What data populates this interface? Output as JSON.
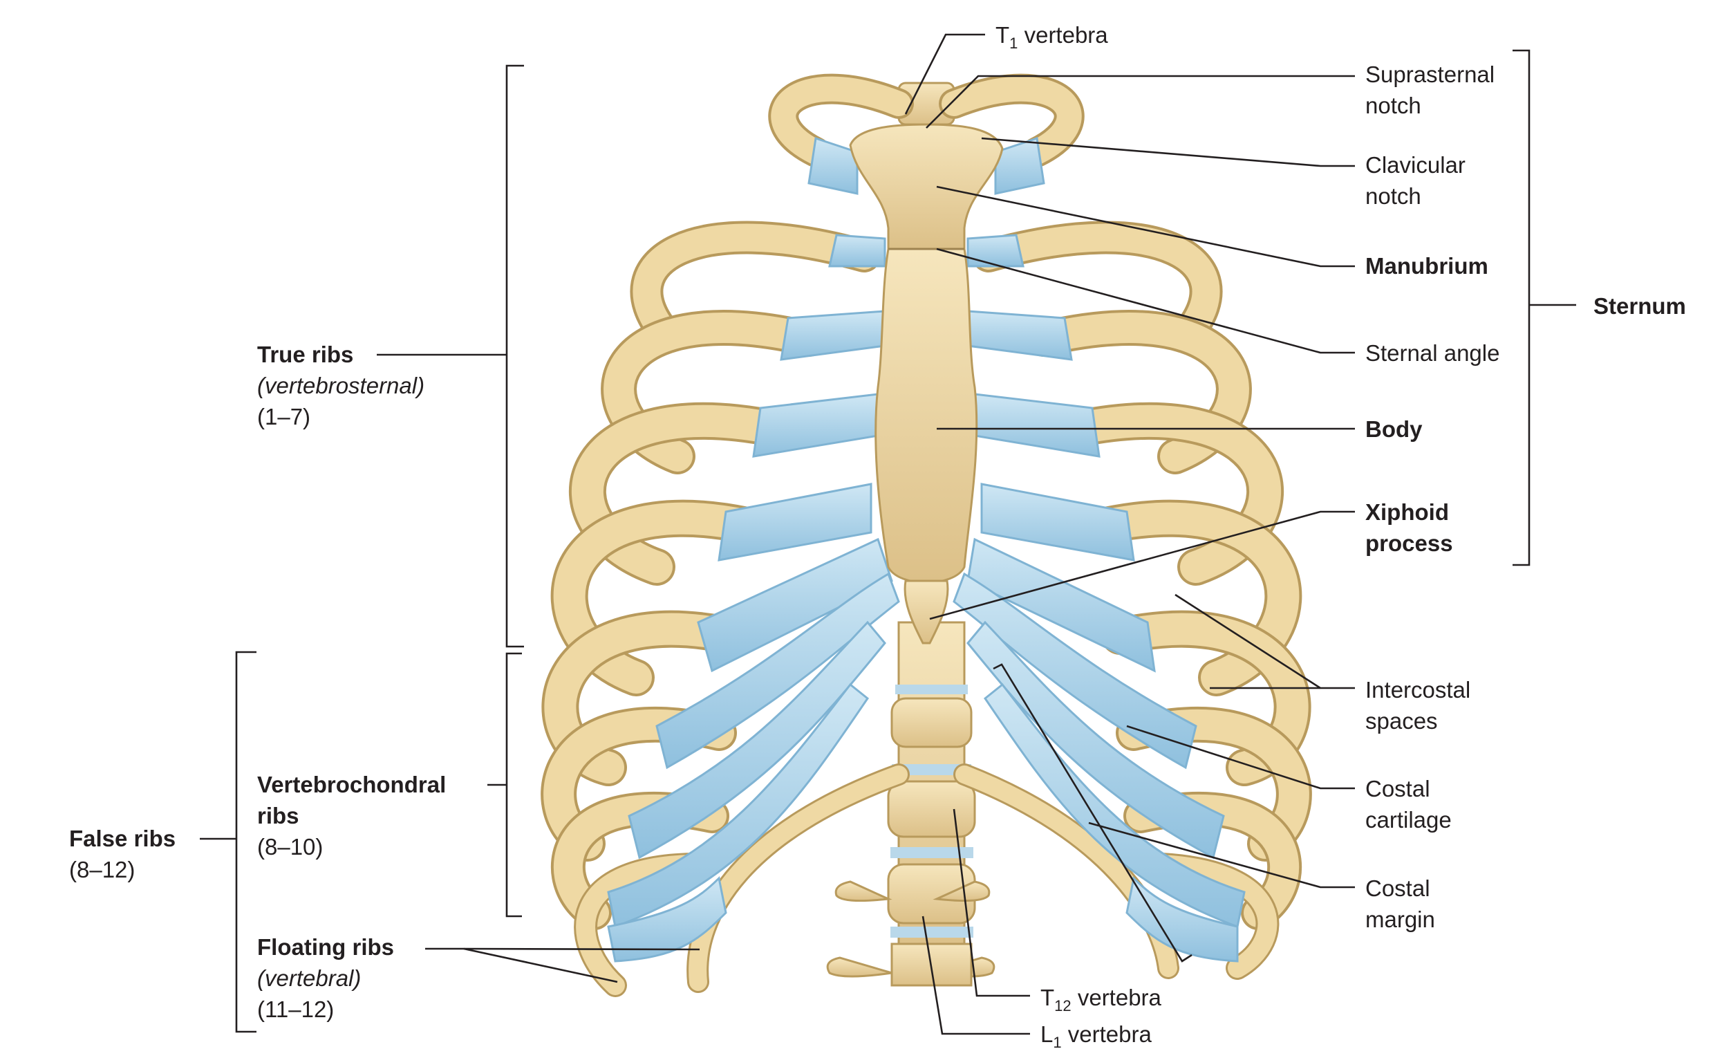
{
  "labels": {
    "t1_vertebra": {
      "main": "T",
      "sub": "1",
      "rest": " vertebra"
    },
    "suprasternal_notch": [
      "Suprasternal",
      "notch"
    ],
    "clavicular_notch": [
      "Clavicular",
      "notch"
    ],
    "manubrium": "Manubrium",
    "sternum": "Sternum",
    "sternal_angle": "Sternal angle",
    "body": "Body",
    "xiphoid_process": [
      "Xiphoid",
      "process"
    ],
    "intercostal_spaces": [
      "Intercostal",
      "spaces"
    ],
    "costal_cartilage": [
      "Costal",
      "cartilage"
    ],
    "costal_margin": [
      "Costal",
      "margin"
    ],
    "t12_vertebra": {
      "main": "T",
      "sub": "12",
      "rest": " vertebra"
    },
    "l1_vertebra": {
      "main": "L",
      "sub": "1",
      "rest": " vertebra"
    },
    "true_ribs": {
      "title": "True ribs",
      "subtitle": "(vertebrosternal)",
      "range": "(1–7)"
    },
    "vertebrochondral_ribs": {
      "title": [
        "Vertebrochondral",
        "ribs"
      ],
      "range": "(8–10)"
    },
    "false_ribs": {
      "title": "False ribs",
      "range": "(8–12)"
    },
    "floating_ribs": {
      "title": "Floating ribs",
      "subtitle": "(vertebral)",
      "range": "(11–12)"
    }
  },
  "colors": {
    "bone": "#efd9a4",
    "bone_shadow": "#c9aa6a",
    "cartilage": "#a9d3ea",
    "cartilage_shadow": "#7fb3d3",
    "leader_line": "#231f20"
  }
}
